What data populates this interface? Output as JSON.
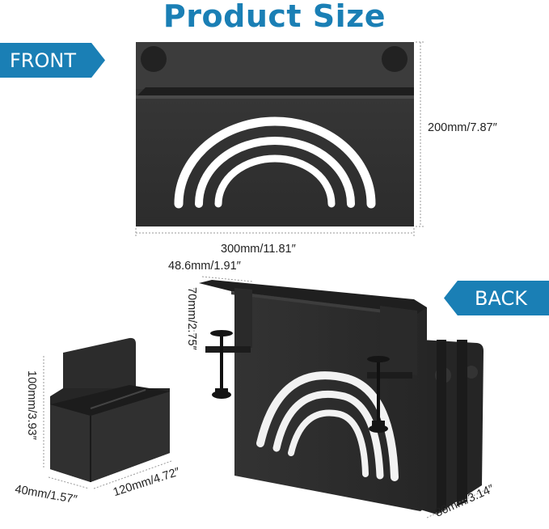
{
  "title": "Product Size",
  "labels": {
    "front": "FRONT",
    "back": "BACK"
  },
  "dimensions": {
    "front_height": "200mm/7.87″",
    "front_width": "300mm/11.81″",
    "clamp_gap": "48.6mm/1.91″",
    "lip_height": "70mm/2.75″",
    "box_height": "100mm/3.93″",
    "box_depth": "40mm/1.57″",
    "box_width": "120mm/4.72″",
    "holder_depth": "80mm/3.14″"
  },
  "colors": {
    "accent": "#1a7fb5",
    "product": "#2b2b2b"
  }
}
